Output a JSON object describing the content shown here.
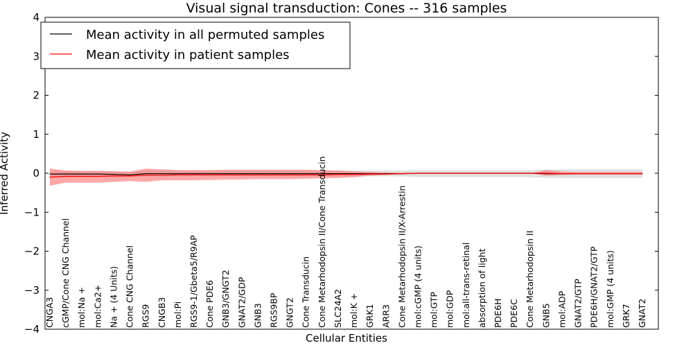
{
  "chart_data": {
    "type": "line",
    "title": "Visual signal transduction: Cones -- 316 samples",
    "xlabel": "Cellular Entities",
    "ylabel": "Inferred Activity",
    "ylim": [
      -4,
      4
    ],
    "yticks": [
      4,
      3,
      2,
      1,
      0,
      -1,
      -2,
      -3,
      -4
    ],
    "ytick_labels": [
      "4",
      "3",
      "2",
      "1",
      "0",
      "−1",
      "−2",
      "−3",
      "−4"
    ],
    "categories": [
      "CNGA3",
      "cGMP/Cone CNG Channel",
      "mol:Na +",
      "mol:Ca2+",
      "Na + (4 Units)",
      "Cone CNG Channel",
      "RGS9",
      "CNGB3",
      "mol:Pi",
      "RGS9-1/Gbeta5/R9AP",
      "Cone PDE6",
      "GNB3/GNGT2",
      "GNAT2/GDP",
      "GNB3",
      "RGS9BP",
      "GNGT2",
      "Cone Transducin",
      "Cone Metarhodopsin II/Cone Transducin",
      "SLC24A2",
      "mol:K +",
      "GRK1",
      "ARR3",
      "Cone Metarhodopsin II/X-Arrestin",
      "mol:cGMP (4 units)",
      "mol:GTP",
      "mol:GDP",
      "mol:all-trans-retinal",
      "absorption of light",
      "PDE6H",
      "PDE6C",
      "Cone Metarhodopsin II",
      "GNB5",
      "mol:ADP",
      "GNAT2/GTP",
      "PDE6H/GNAT2/GTP",
      "mol:GMP (4 units)",
      "GRK7",
      "GNAT2"
    ],
    "legend_position": "upper-left",
    "grid": false,
    "series": [
      {
        "name": "Mean activity in all permuted samples",
        "color": "#000000",
        "values": [
          -0.02,
          -0.02,
          -0.02,
          -0.02,
          -0.03,
          -0.04,
          -0.01,
          -0.01,
          -0.01,
          -0.01,
          -0.01,
          -0.01,
          -0.01,
          -0.01,
          -0.01,
          -0.01,
          -0.01,
          -0.01,
          -0.01,
          -0.01,
          -0.01,
          -0.01,
          -0.01,
          0.0,
          0.0,
          0.0,
          0.0,
          0.0,
          0.0,
          0.0,
          0.0,
          -0.01,
          -0.01,
          -0.01,
          -0.01,
          -0.01,
          -0.01,
          -0.01
        ],
        "band_lower": [
          -0.1,
          -0.1,
          -0.1,
          -0.1,
          -0.1,
          -0.1,
          -0.08,
          -0.08,
          -0.08,
          -0.08,
          -0.08,
          -0.08,
          -0.08,
          -0.08,
          -0.08,
          -0.08,
          -0.08,
          -0.08,
          -0.08,
          -0.08,
          -0.08,
          -0.08,
          -0.08,
          -0.1,
          -0.1,
          -0.1,
          -0.1,
          -0.1,
          -0.1,
          -0.1,
          -0.1,
          -0.12,
          -0.12,
          -0.12,
          -0.12,
          -0.12,
          -0.12,
          -0.12
        ],
        "band_upper": [
          0.06,
          0.06,
          0.06,
          0.06,
          0.05,
          0.04,
          0.07,
          0.07,
          0.07,
          0.07,
          0.07,
          0.07,
          0.07,
          0.07,
          0.07,
          0.07,
          0.07,
          0.07,
          0.07,
          0.07,
          0.07,
          0.07,
          0.07,
          0.08,
          0.08,
          0.08,
          0.08,
          0.08,
          0.08,
          0.08,
          0.08,
          0.1,
          0.1,
          0.1,
          0.1,
          0.1,
          0.1,
          0.1
        ],
        "band_color": "#c8c8c8"
      },
      {
        "name": "Mean activity in patient samples",
        "color": "#ff0000",
        "values": [
          -0.1,
          -0.08,
          -0.08,
          -0.08,
          -0.07,
          -0.07,
          -0.05,
          -0.05,
          -0.04,
          -0.04,
          -0.04,
          -0.04,
          -0.04,
          -0.04,
          -0.04,
          -0.04,
          -0.04,
          -0.04,
          -0.03,
          -0.03,
          -0.02,
          -0.02,
          -0.01,
          0.0,
          0.0,
          0.0,
          0.0,
          0.0,
          0.0,
          0.0,
          0.0,
          0.0,
          -0.01,
          -0.01,
          -0.01,
          -0.01,
          -0.01,
          -0.01
        ],
        "band_lower": [
          -0.32,
          -0.24,
          -0.24,
          -0.24,
          -0.22,
          -0.2,
          -0.22,
          -0.18,
          -0.18,
          -0.18,
          -0.17,
          -0.16,
          -0.16,
          -0.15,
          -0.15,
          -0.15,
          -0.14,
          -0.13,
          -0.12,
          -0.1,
          -0.06,
          -0.04,
          -0.02,
          0.0,
          0.0,
          0.0,
          0.0,
          0.0,
          0.0,
          0.0,
          0.0,
          -0.06,
          -0.04,
          -0.03,
          -0.03,
          -0.03,
          -0.03,
          -0.03
        ],
        "band_upper": [
          0.12,
          0.07,
          0.06,
          0.06,
          0.05,
          0.04,
          0.12,
          0.1,
          0.08,
          0.08,
          0.08,
          0.09,
          0.09,
          0.09,
          0.09,
          0.09,
          0.09,
          0.08,
          0.07,
          0.05,
          0.03,
          0.02,
          0.01,
          0.0,
          0.0,
          0.0,
          0.0,
          0.0,
          0.0,
          0.0,
          0.0,
          0.08,
          0.04,
          0.03,
          0.03,
          0.03,
          0.03,
          0.03
        ],
        "band_color": "#ff5050"
      }
    ]
  }
}
